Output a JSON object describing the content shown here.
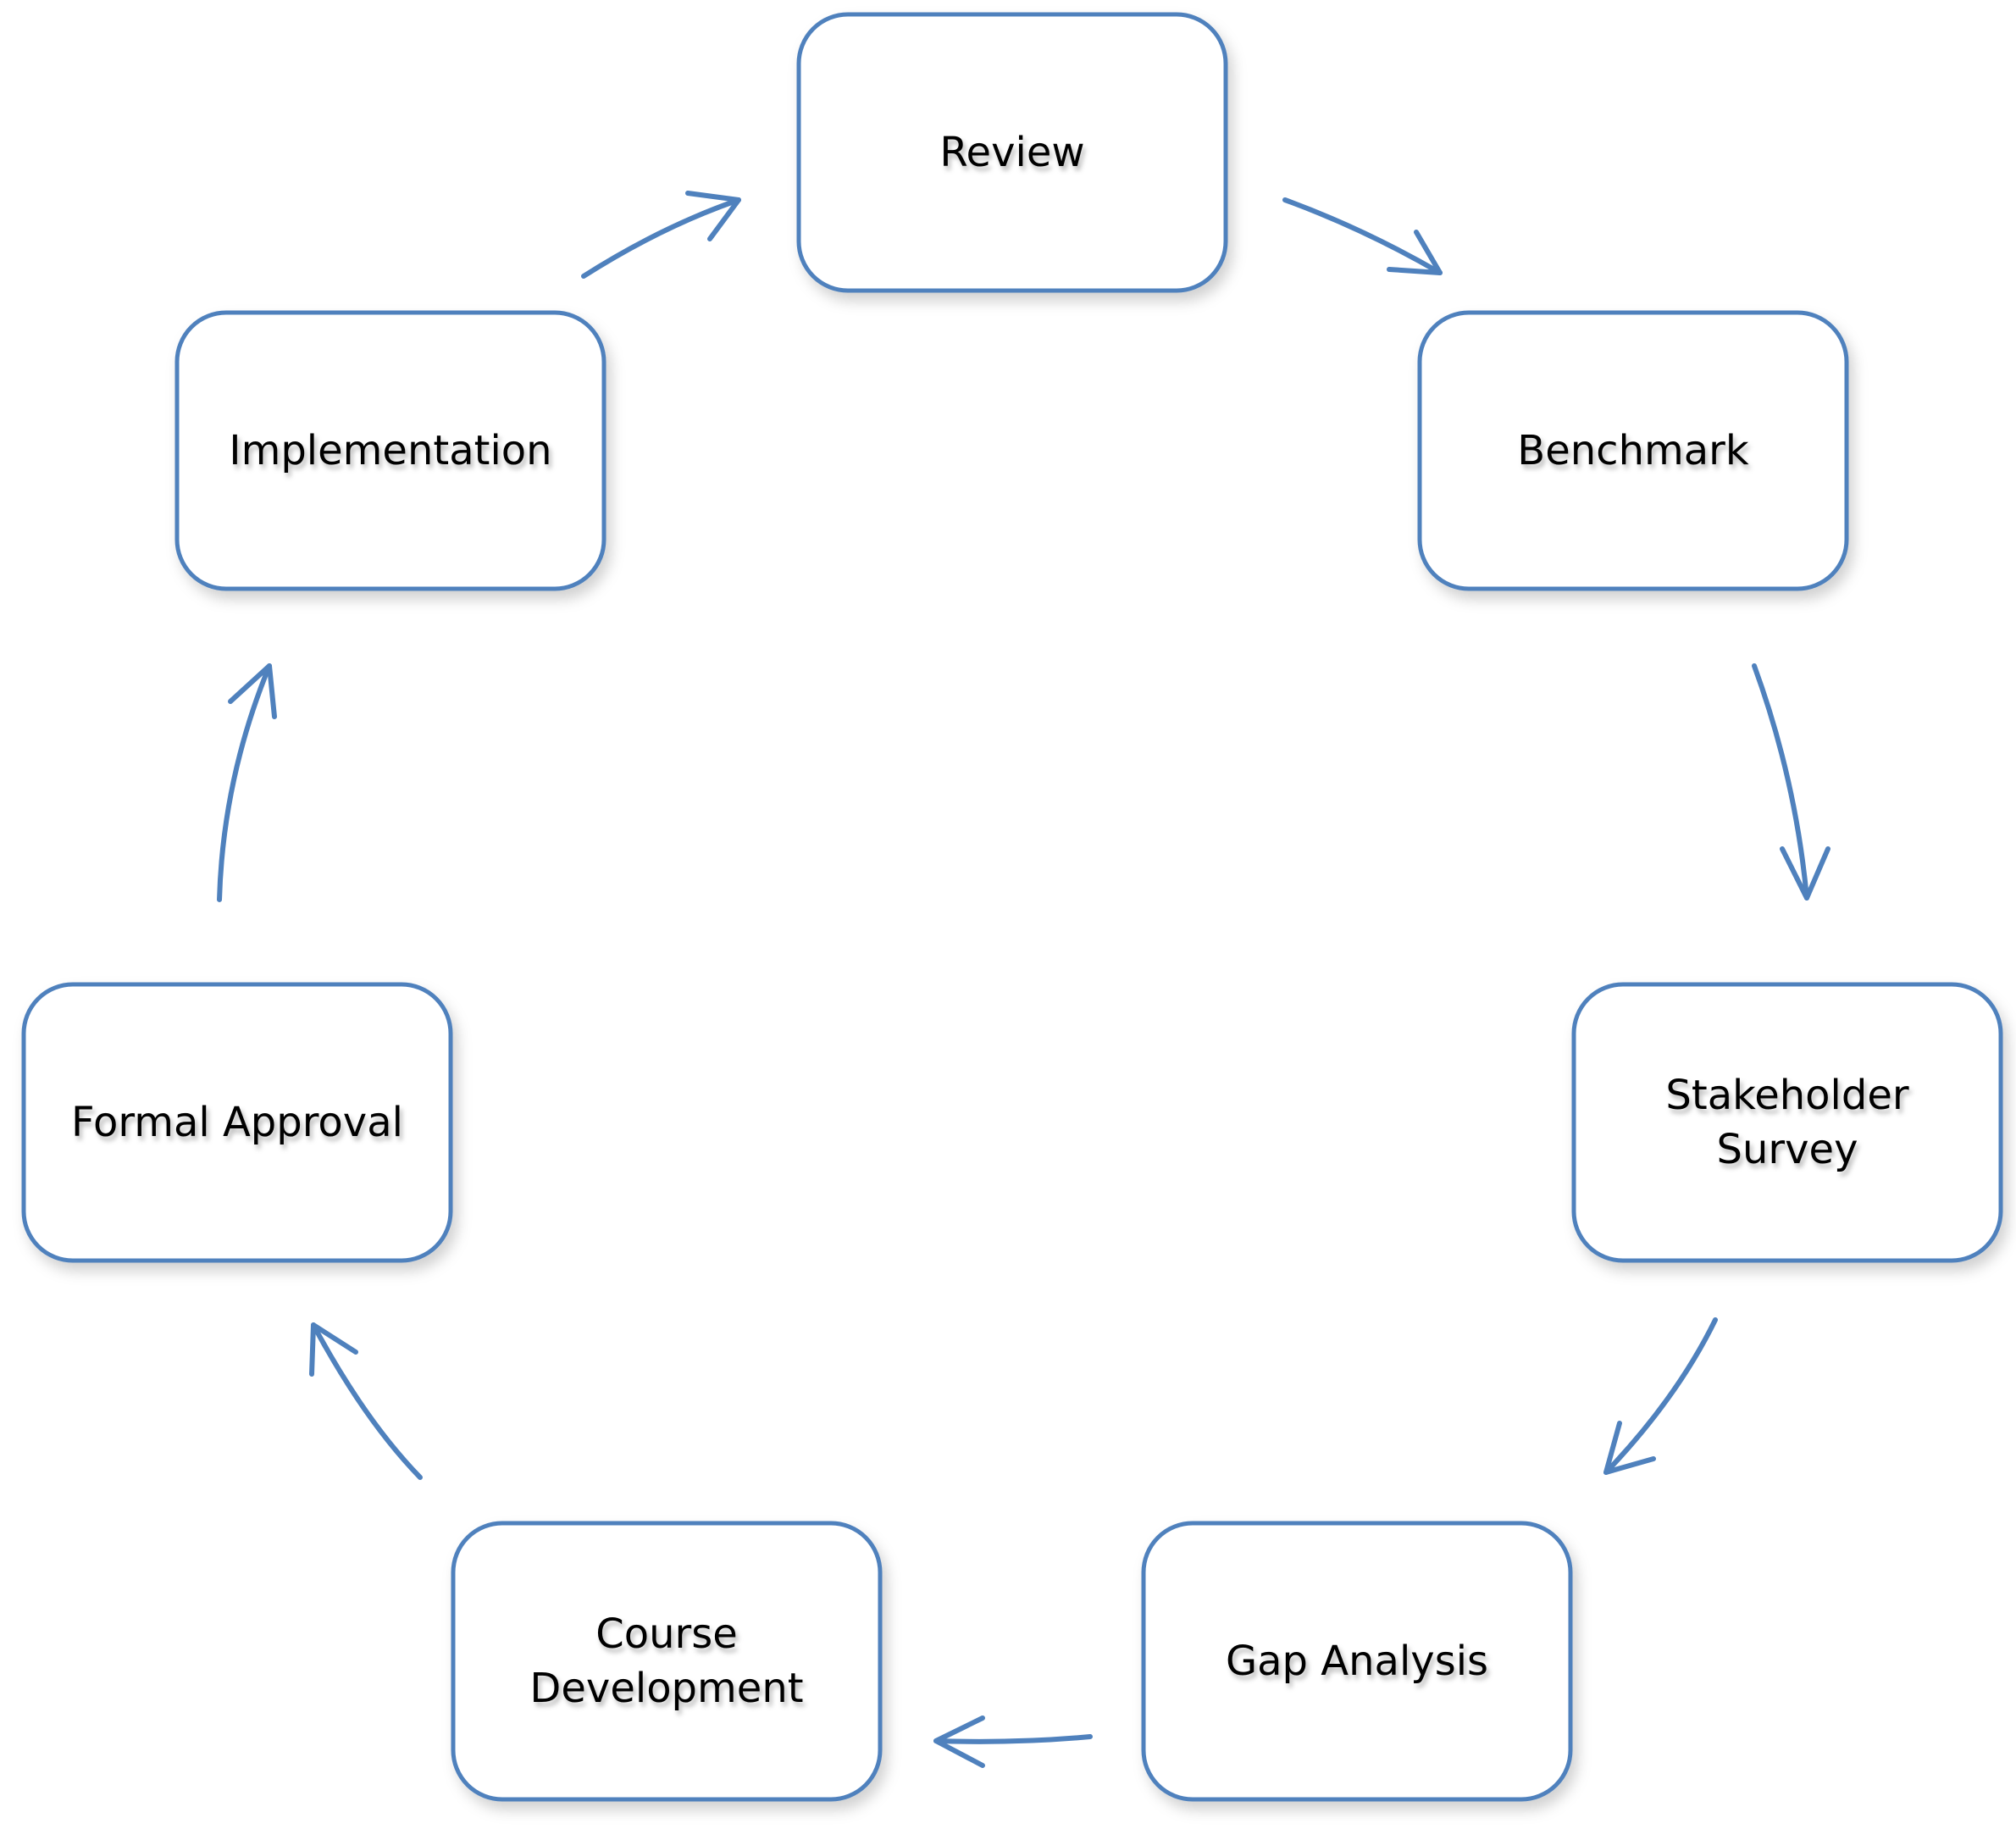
{
  "diagram": {
    "type": "cycle",
    "colors": {
      "box_border": "#4f81bd",
      "arrow": "#4f81bd",
      "box_fill": "#ffffff",
      "text": "#000000"
    },
    "nodes": [
      {
        "id": "review",
        "lines": [
          "Review"
        ]
      },
      {
        "id": "benchmark",
        "lines": [
          "Benchmark"
        ]
      },
      {
        "id": "stakeholder-survey",
        "lines": [
          "Stakeholder",
          "Survey"
        ]
      },
      {
        "id": "gap-analysis",
        "lines": [
          "Gap Analysis"
        ]
      },
      {
        "id": "course-development",
        "lines": [
          "Course",
          "Development"
        ]
      },
      {
        "id": "formal-approval",
        "lines": [
          "Formal Approval"
        ]
      },
      {
        "id": "implementation",
        "lines": [
          "Implementation"
        ]
      }
    ],
    "edges": [
      {
        "from": "review",
        "to": "benchmark"
      },
      {
        "from": "benchmark",
        "to": "stakeholder-survey"
      },
      {
        "from": "stakeholder-survey",
        "to": "gap-analysis"
      },
      {
        "from": "gap-analysis",
        "to": "course-development"
      },
      {
        "from": "course-development",
        "to": "formal-approval"
      },
      {
        "from": "formal-approval",
        "to": "implementation"
      },
      {
        "from": "implementation",
        "to": "review"
      }
    ]
  }
}
